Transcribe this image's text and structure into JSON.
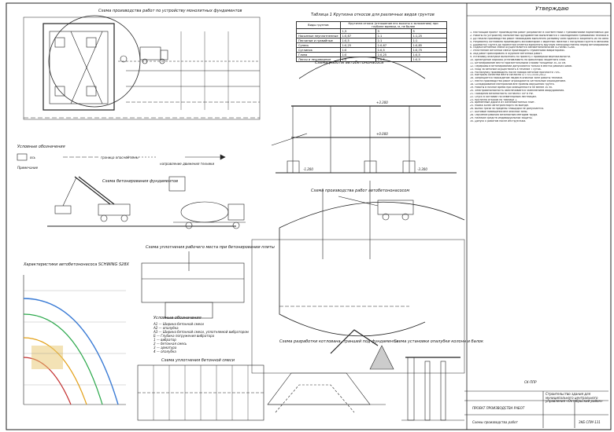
{
  "sheet": {
    "approval": "Утверждаю",
    "scheme_foundation_title": "Схема производства работ по устройству монолитных фундаментов",
    "table_title": "Таблица 1 Крутизна откосов для различных видов грунтов",
    "table_headers": [
      "Виды грунтов",
      "Крутизна откоса (отношение его высоты к заложению) при глубине выемки, м, не более"
    ],
    "table_subheaders": [
      "1,5",
      "3",
      "5"
    ],
    "table_rows": [
      [
        "Насыпные неуплотненные",
        "1:0,67",
        "1:1",
        "1:1,25"
      ],
      [
        "Песчаные и гравийные",
        "1:0,5",
        "1:1",
        "1:1"
      ],
      [
        "Супесь",
        "1:0,25",
        "1:0,67",
        "1:0,85"
      ],
      [
        "Суглинок",
        "1:0",
        "1:0,5",
        "1:0,75"
      ],
      [
        "Глина",
        "1:0",
        "1:0,25",
        "1:0,5"
      ],
      [
        "Лессы и лессовидные",
        "1:0",
        "1:0,5",
        "1:0,5"
      ]
    ],
    "scheme_concrete_title": "Схема работы автобетононасоса",
    "legend_title": "Условные обозначения",
    "legend_items": [
      "ось",
      "граница опасной зоны",
      "направление движения техники"
    ],
    "notes_label": "Примечание",
    "scheme_concreting_title": "Схема бетонирования фундаментов",
    "scheme_pump_title": "Схема производства работ автобетононасосом",
    "scheme_tamping_title": "Схема уплотнения рабочего места при бетонировании плиты",
    "pump_chars_title": "Характеристики автобетононасоса SCHWING S28X",
    "scheme_trench_title": "Схема разработки котлована, траншей под фундаменты",
    "scheme_formwork_title": "Схема установки опалубки колонн и балок",
    "scheme_compaction_title": "Схема уплотнения бетонной смеси",
    "legend2_title": "Условные обозначения",
    "legend2_items": [
      "А1 — Ширина бетонной смеси",
      "А2 — опалубка",
      "А3 — Ширина бетонной смеси, уплотняемой вибратором",
      "Б — Глубина погружения вибратора",
      "1 — вибратор",
      "2 — бетонная смесь",
      "3 — арматура",
      "4 — опалубка"
    ],
    "stamp_code": "СК-ППР",
    "stamp_title": "Строительство здания для муниципального центрального управления «Октябрьский район»",
    "stamp_doc": "ПРОЕКТ ПРОИЗВОДСТВА РАБОТ",
    "stamp_sheet_name": "Схемы производства работ",
    "stamp_group": "ЗКБ СПМ-131",
    "elevations": [
      "+0.000",
      "-1.200",
      "-3.300",
      "+3.300"
    ],
    "notes": [
      "1. Настоящий проект производства работ разработан в соответствии с требованиями нормативных документов.",
      "2. Работы по устройству монолитных фундаментов выполняются с соблюдением требований техники безопасности.",
      "3. До начала производства работ необходимо выполнить разбивку осей здания и закрепить их на обноске.",
      "4. Разработку котлована производить экскаватором с обратной лопатой с погрузкой грунта в автосамосвалы.",
      "5. Доработку грунта до проектной отметки выполнять вручную непосредственно перед бетонированием.",
      "6. Подача бетонной смеси осуществляется автобетононасосом SCHWING S28X.",
      "7. Уплотнение бетонной смеси производить глубинными вибраторами.",
      "8. Ход работ фиксировать в журнале бетонных работ.",
      "9. Установку опалубки выполнять по проекту с проверкой вертикальности.",
      "10. Арматурные каркасы устанавливать на фиксаторы защитного слоя.",
      "11. Бетонирование вести горизонтальными слоями толщиной 30–40 см.",
      "12. Перерывы в бетонировании допускаются только в местах рабочих швов.",
      "13. Уход за бетоном осуществлять в течение 7 суток.",
      "14. Распалубку производить после набора бетоном прочности 70%.",
      "15. Контроль качества вести согласно СП 70.13330.2012.",
      "16. Запрещается нахождение людей в опасной зоне работы техники.",
      "17. Места производства работ ограждаются сигнальным ограждением.",
      "18. Складирование материалов вне призмы обрушения грунта.",
      "19. Работы в ночное время при освещенности не менее 30 лк.",
      "20. Электробезопасность обеспечивается заземлением оборудования.",
      "21. Пожарная безопасность согласно ППР в РФ.",
      "22. Спуск в котлован по инвентарным лестницам.",
      "23. Крутизна откосов по таблице 1.",
      "24. Временные дороги из железобетонных плит.",
      "25. Мойка колес автотранспорта на выезде.",
      "26. Вынос грязи за пределы площадки не допускается.",
      "27. Бытовые помещения вне опасной зоны.",
      "28. Обучение рабочих безопасным методам труда.",
      "29. Наличие средств индивидуальной защиты.",
      "30. Допуск к работам после инструктажа."
    ]
  }
}
